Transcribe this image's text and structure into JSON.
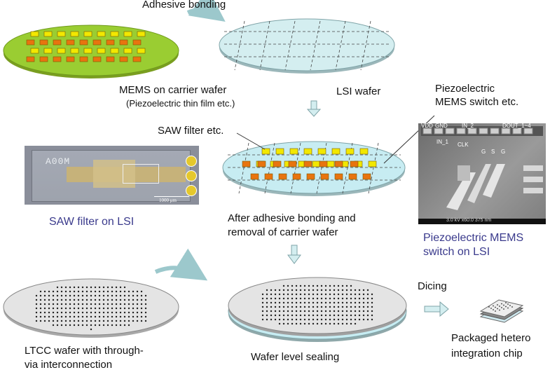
{
  "labels": {
    "adhesive_bonding": "Adhesive bonding",
    "mems_on_carrier": "MEMS on carrier wafer",
    "mems_on_carrier_sub": "(Piezoelectric thin film etc.)",
    "lsi_wafer": "LSI wafer",
    "piezo_mems_switch": [
      "Piezoelectric",
      "MEMS switch etc."
    ],
    "saw_filter_etc": "SAW filter etc.",
    "saw_on_lsi": "SAW filter on LSI",
    "after_bonding": [
      "After adhesive bonding and",
      "removal of carrier wafer"
    ],
    "piezo_on_lsi": [
      "Piezoelectric MEMS",
      "switch on LSI"
    ],
    "dicing": "Dicing",
    "ltcc_wafer": [
      "LTCC wafer with through-",
      "via interconnection"
    ],
    "wafer_level_sealing": "Wafer level sealing",
    "packaged_chip": [
      "Packaged hetero",
      "integration chip"
    ]
  },
  "saw_photo": {
    "chip_marking": "A00M",
    "scale_bar": "1000 μm"
  },
  "sem_photo": {
    "pads": [
      "VDD",
      "GND",
      "IN_2",
      "DOUT_1~4",
      "IN_1",
      "CLK"
    ],
    "probe_labels": [
      "G",
      "S",
      "G"
    ],
    "footer": "3.0 kV  x60.0  375 nm"
  },
  "colors": {
    "carrier_wafer": "#9acd32",
    "lsi_wafer": "#d4eef0",
    "ltcc_wafer": "#e4e4e4",
    "mems_die_orange": "#e8740f",
    "mems_die_yellow": "#f2e800",
    "arrow": "#9cc8cc",
    "caption_blue": "#3a3a8c"
  }
}
